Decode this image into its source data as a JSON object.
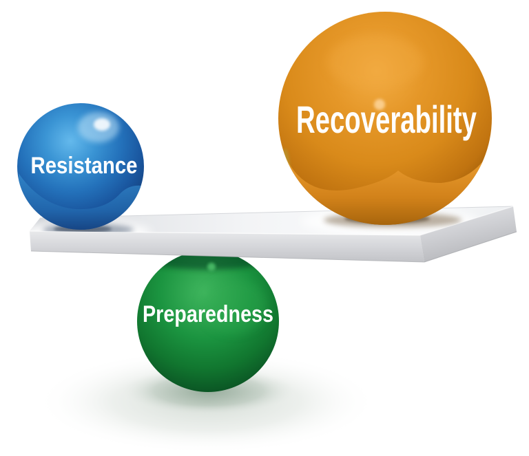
{
  "background_color": "#ffffff",
  "spheres": [
    {
      "id": "resistance",
      "label": "Resistance",
      "color": "#2472bb",
      "text_color": "#ffffff"
    },
    {
      "id": "recoverability",
      "label": "Recoverability",
      "color": "#d98a1a",
      "text_color": "#ffffff"
    },
    {
      "id": "preparedness",
      "label": "Preparedness",
      "color": "#1b9440",
      "text_color": "#ffffff"
    }
  ],
  "plank": {
    "top_color": "#f3f4f6",
    "front_color": "#d3d4d8",
    "side_color": "#d0d1d5"
  }
}
